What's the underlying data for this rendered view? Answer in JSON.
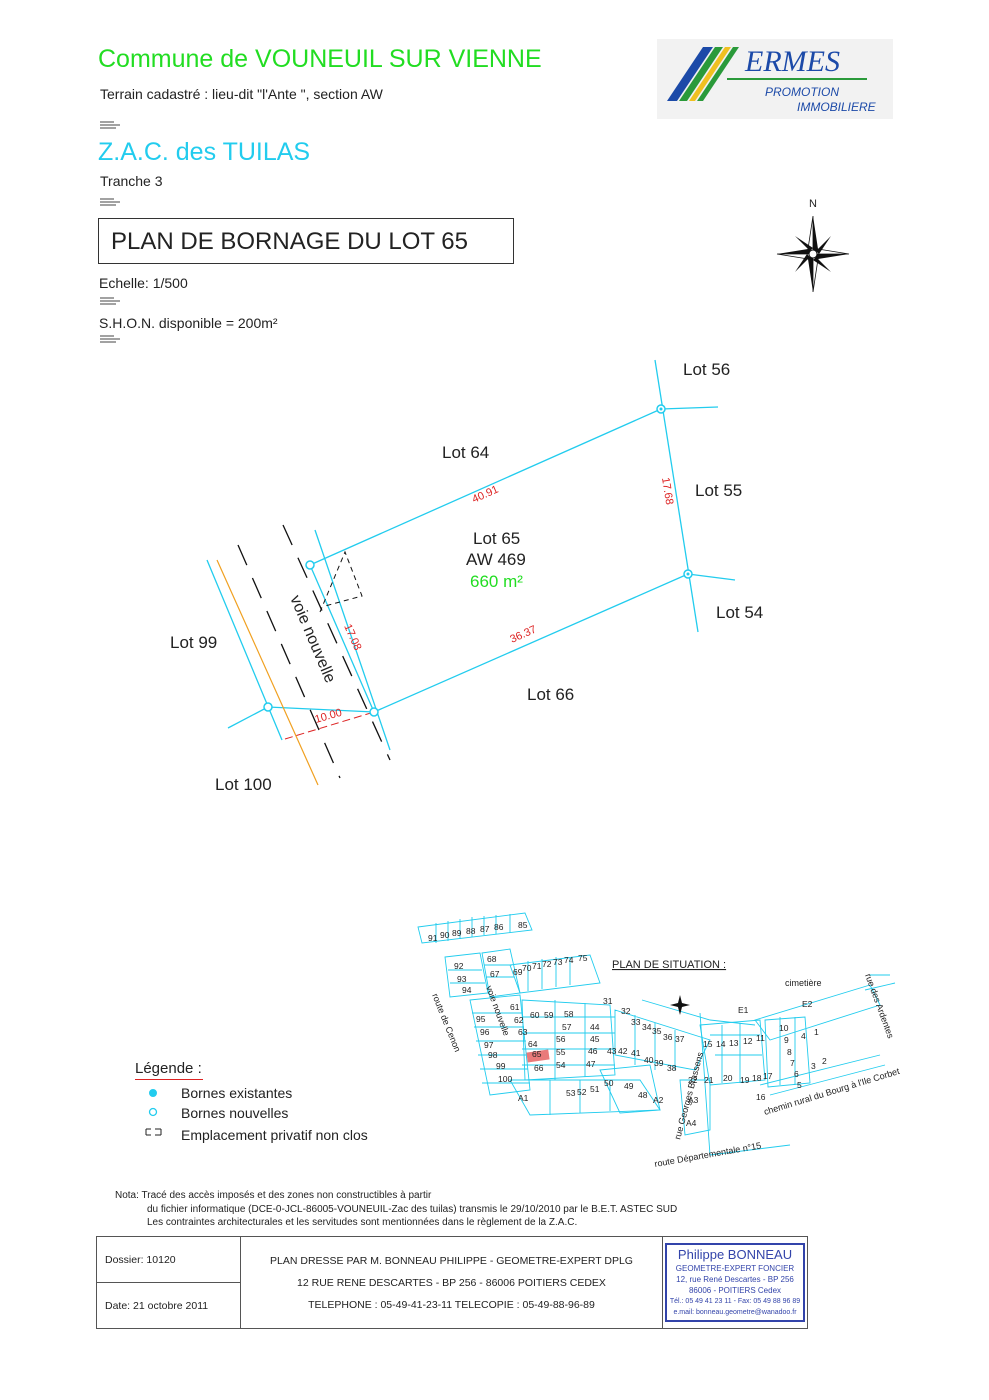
{
  "header": {
    "commune": "Commune de VOUNEUIL SUR VIENNE",
    "terrain": "Terrain cadastré : lieu-dit \"l'Ante \", section AW",
    "zac": "Z.A.C. des TUILAS",
    "tranche": "Tranche 3",
    "plan_title": "PLAN DE BORNAGE DU LOT 65",
    "echelle": "Echelle: 1/500",
    "shon": "S.H.O.N. disponible = 200m²"
  },
  "logo": {
    "name": "ERMES",
    "line1": "PROMOTION",
    "line2": "IMMOBILIERE"
  },
  "compass": {
    "label": "N"
  },
  "plan": {
    "lot_56": "Lot 56",
    "lot_64": "Lot 64",
    "lot_55": "Lot 55",
    "lot_65": "Lot 65",
    "aw": "AW 469",
    "area": "660 m²",
    "lot_54": "Lot 54",
    "lot_99": "Lot 99",
    "lot_66": "Lot 66",
    "lot_100": "Lot 100",
    "road": "voie nouvelle",
    "dim_top": "40.91",
    "dim_right": "17.68",
    "dim_left": "17.08",
    "dim_bottom": "36.37",
    "dim_road": "10.00"
  },
  "situation": {
    "title": "PLAN DE SITUATION :",
    "cimetiere": "cimetière",
    "rue_ardentes": "rue des Ardentes",
    "route_cenon": "route de Cenon",
    "voie_nouvelle": "voie nouvelle",
    "rue_brassens": "rue Georges Brassens",
    "chemin": "chemin rural du Bourg à l'Ile Corbet",
    "route_dep": "route Départementale n°15",
    "labels": [
      "91",
      "90",
      "89",
      "88",
      "87",
      "86",
      "85",
      "92",
      "93",
      "94",
      "68",
      "67",
      "69",
      "70",
      "71",
      "72",
      "73",
      "74",
      "75",
      "95",
      "96",
      "97",
      "98",
      "99",
      "100",
      "61",
      "62",
      "63",
      "60",
      "59",
      "58",
      "64",
      "65",
      "66",
      "57",
      "56",
      "55",
      "54",
      "44",
      "45",
      "46",
      "47",
      "43",
      "42",
      "41",
      "40",
      "39",
      "38",
      "37",
      "36",
      "35",
      "34",
      "33",
      "32",
      "31",
      "15",
      "14",
      "13",
      "12",
      "11",
      "10",
      "9",
      "8",
      "7",
      "6",
      "5",
      "4",
      "1",
      "3",
      "2",
      "E1",
      "E2",
      "22",
      "21",
      "20",
      "19",
      "18",
      "17",
      "16",
      "A1",
      "53",
      "52",
      "51",
      "50",
      "49",
      "48",
      "A2",
      "A3",
      "A4"
    ]
  },
  "legend": {
    "title": "Légende :",
    "items": [
      "Bornes existantes",
      "Bornes nouvelles",
      "Emplacement privatif non clos"
    ]
  },
  "note": {
    "line1": "Nota: Tracé des accès imposés et des zones non constructibles à partir",
    "line2": "du fichier informatique (DCE-0-JCL-86005-VOUNEUIL-Zac des tuilas) transmis  le 29/10/2010 par le B.E.T. ASTEC SUD",
    "line3": "Les contraintes architecturales et les servitudes sont mentionnées dans le règlement de la Z.A.C."
  },
  "footer": {
    "dossier": "Dossier: 10120",
    "date": "Date: 21 octobre 2011",
    "line1": "PLAN DRESSE PAR M. BONNEAU PHILIPPE - GEOMETRE-EXPERT DPLG",
    "line2": "12 RUE RENE DESCARTES - BP 256 - 86006 POITIERS CEDEX",
    "line3": "TELEPHONE : 05-49-41-23-11  TELECOPIE : 05-49-88-96-89",
    "bonneau_name": "Philippe BONNEAU",
    "bonneau_1": "GEOMETRE-EXPERT FONCIER",
    "bonneau_2": "12, rue René Descartes - BP 256",
    "bonneau_3": "86006 -  POITIERS Cedex",
    "bonneau_4": "Tél.: 05 49 41 23 11 - Fax: 05 49 88 96 89",
    "bonneau_5": "e.mail: bonneau.geometre@wanadoo.fr"
  },
  "colors": {
    "cyan": "#22ccee",
    "green": "#22dd22",
    "red": "#dd2222",
    "orange": "#f0a020",
    "blue": "#3344aa"
  }
}
